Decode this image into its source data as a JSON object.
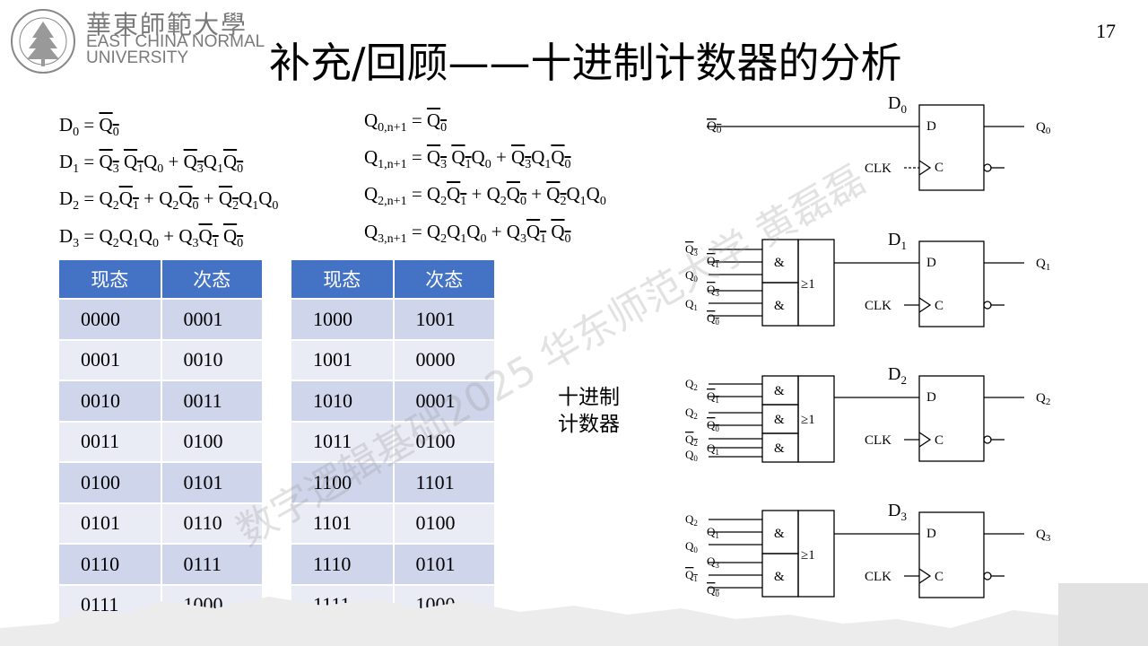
{
  "header": {
    "logo_cn": "華東師範大學",
    "logo_en_line1": "EAST CHINA NORMAL",
    "logo_en_line2": "UNIVERSITY",
    "page_number": "17",
    "title": "补充/回顾——十进制计数器的分析"
  },
  "equations": {
    "left": [
      {
        "lhs": "D",
        "sub": "0"
      },
      {
        "lhs": "D",
        "sub": "1"
      },
      {
        "lhs": "D",
        "sub": "2"
      },
      {
        "lhs": "D",
        "sub": "3"
      }
    ],
    "right": [
      {
        "lhs": "Q",
        "sub": "0,n+1"
      },
      {
        "lhs": "Q",
        "sub": "1,n+1"
      },
      {
        "lhs": "Q",
        "sub": "2,n+1"
      },
      {
        "lhs": "Q",
        "sub": "3,n+1"
      }
    ]
  },
  "table1": {
    "headers": [
      "现态",
      "次态"
    ],
    "rows": [
      [
        "0000",
        "0001"
      ],
      [
        "0001",
        "0010"
      ],
      [
        "0010",
        "0011"
      ],
      [
        "0011",
        "0100"
      ],
      [
        "0100",
        "0101"
      ],
      [
        "0101",
        "0110"
      ],
      [
        "0110",
        "0111"
      ],
      [
        "0111",
        "1000"
      ]
    ]
  },
  "table2": {
    "headers": [
      "现态",
      "次态"
    ],
    "rows": [
      [
        "1000",
        "1001"
      ],
      [
        "1001",
        "0000"
      ],
      [
        "1010",
        "0001"
      ],
      [
        "1011",
        "0100"
      ],
      [
        "1100",
        "1101"
      ],
      [
        "1101",
        "0100"
      ],
      [
        "1110",
        "0101"
      ],
      [
        "1111",
        "1000"
      ]
    ]
  },
  "label": {
    "line1": "十进制",
    "line2": "计数器"
  },
  "circuit": {
    "ff_labels": [
      "D0",
      "D1",
      "D2",
      "D3"
    ],
    "d_pin": "D",
    "c_pin": "C",
    "clk": "CLK",
    "and_symbol": "&",
    "or_symbol": "≥1",
    "outputs": [
      "Q0",
      "Q1",
      "Q2",
      "Q3"
    ]
  },
  "watermark": "数字逻辑基础2025 华东师范大学 黄磊磊",
  "colors": {
    "table_header": "#4472c4",
    "row_dark": "#cfd5ea",
    "row_light": "#e9ebf5",
    "logo_gray": "#7a7a7a"
  }
}
